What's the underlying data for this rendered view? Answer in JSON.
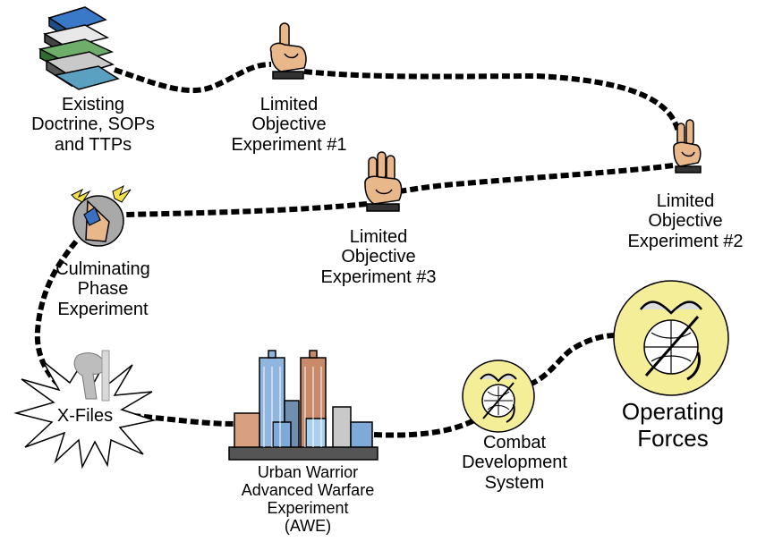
{
  "nodes": {
    "doctrine": {
      "lines": [
        "Existing",
        "Doctrine, SOPs",
        "and TTPs"
      ],
      "icon": "books-icon"
    },
    "loe1": {
      "lines": [
        "Limited",
        "Objective",
        "Experiment #1"
      ],
      "icon": "one-finger-hand-icon"
    },
    "loe2": {
      "lines": [
        "Limited",
        "Objective",
        "Experiment #2"
      ],
      "icon": "two-finger-hand-icon"
    },
    "loe3": {
      "lines": [
        "Limited",
        "Objective",
        "Experiment #3"
      ],
      "icon": "three-finger-hand-icon"
    },
    "culminating": {
      "lines": [
        "Culminating",
        "Phase",
        "Experiment"
      ],
      "icon": "lightning-fist-icon"
    },
    "xfiles": {
      "lines": [
        "X-Files"
      ],
      "icon": "explosion-icon"
    },
    "awe": {
      "lines": [
        "Urban Warrior",
        "Advanced Warfare",
        "Experiment",
        "(AWE)"
      ],
      "icon": "city-skyline-icon"
    },
    "cds": {
      "lines": [
        "Combat",
        "Development",
        "System"
      ],
      "icon": "eagle-globe-anchor-icon"
    },
    "forces": {
      "lines": [
        "Operating",
        "Forces"
      ],
      "icon": "eagle-globe-anchor-large-icon"
    }
  },
  "colors": {
    "path": "#000000",
    "emblem_fill": "#f5ee98",
    "hand_fill": "#e8b88a",
    "building_blue": "#7fa9d6",
    "building_red": "#c98a6a"
  }
}
